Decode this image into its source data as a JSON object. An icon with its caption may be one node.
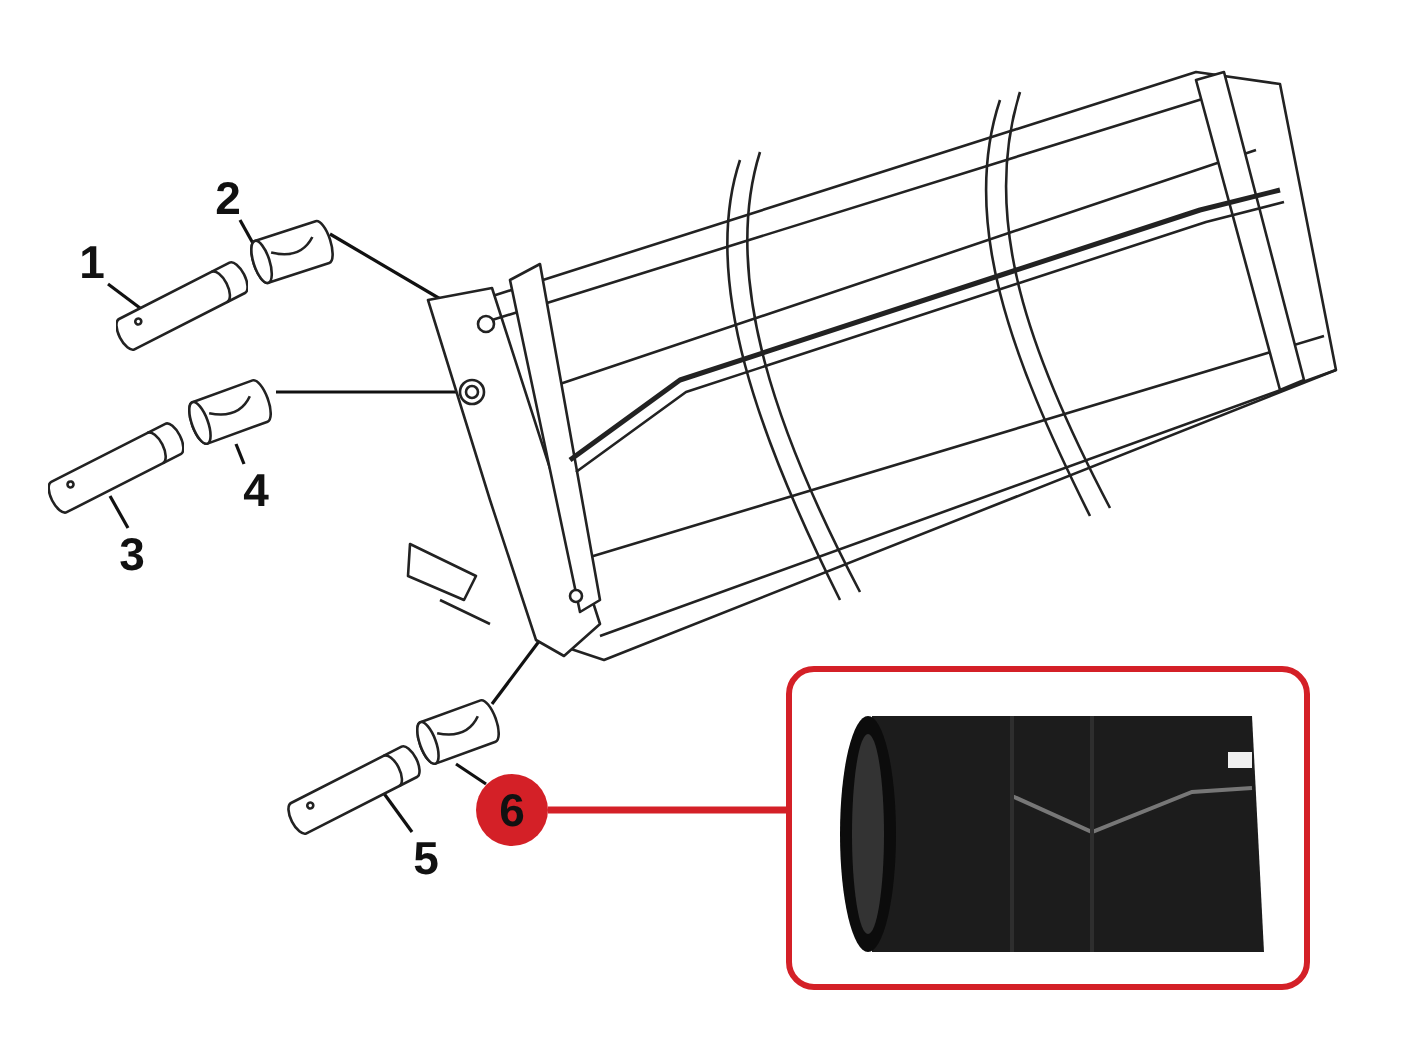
{
  "diagram": {
    "nodes": [
      {
        "text": [],
        "shape": "picture"
      },
      {
        "text": [],
        "shape": "picture"
      },
      {
        "text": [],
        "shape": "picture"
      },
      {
        "text": [],
        "shape": "picture"
      },
      {
        "text": [],
        "shape": "picture"
      },
      {
        "text": [],
        "shape": "picture"
      },
      {
        "text": [],
        "shape": "picture"
      },
      {
        "text": [],
        "shape": "picture"
      },
      {
        "text": [
          "1"
        ]
      },
      {
        "text": [
          "2"
        ]
      },
      {
        "text": [
          "3"
        ]
      },
      {
        "text": [
          "4"
        ]
      },
      {
        "text": [
          "5"
        ]
      },
      {
        "text": [
          "6"
        ]
      }
    ],
    "edges": [
      {
        "from": 8,
        "to": 1,
        "arrow": "none"
      },
      {
        "from": 9,
        "to": 2,
        "arrow": "none"
      },
      {
        "from": 10,
        "to": 3,
        "arrow": "none"
      },
      {
        "from": 11,
        "to": 4,
        "arrow": "none"
      },
      {
        "from": 12,
        "to": 5,
        "arrow": "none"
      },
      {
        "from": 13,
        "to": 6,
        "arrow": "none"
      },
      {
        "from": 2,
        "to": 0,
        "arrow": "none"
      },
      {
        "from": 4,
        "to": 0,
        "arrow": "none"
      },
      {
        "from": 6,
        "to": 0,
        "arrow": "none"
      },
      {
        "from": 13,
        "to": 7,
        "arrow": "none",
        "style": "thick",
        "color": "#d42027"
      }
    ]
  }
}
